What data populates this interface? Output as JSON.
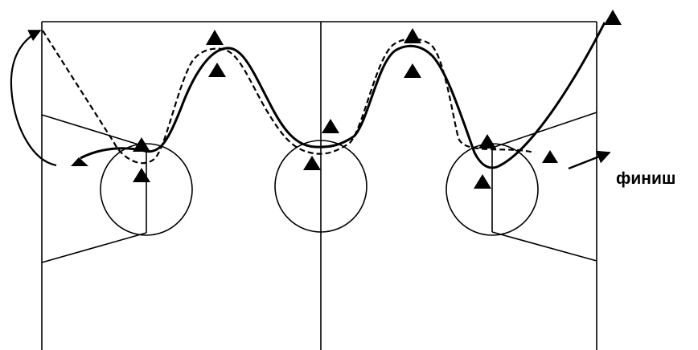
{
  "labels": {
    "finish": "финиш"
  },
  "legend": {
    "path_solid": "solid-path",
    "path_dashed": "dashed-path",
    "cone_icon": "triangle-cone-icon"
  },
  "colors": {
    "ink": "#000000",
    "background": "#ffffff"
  }
}
